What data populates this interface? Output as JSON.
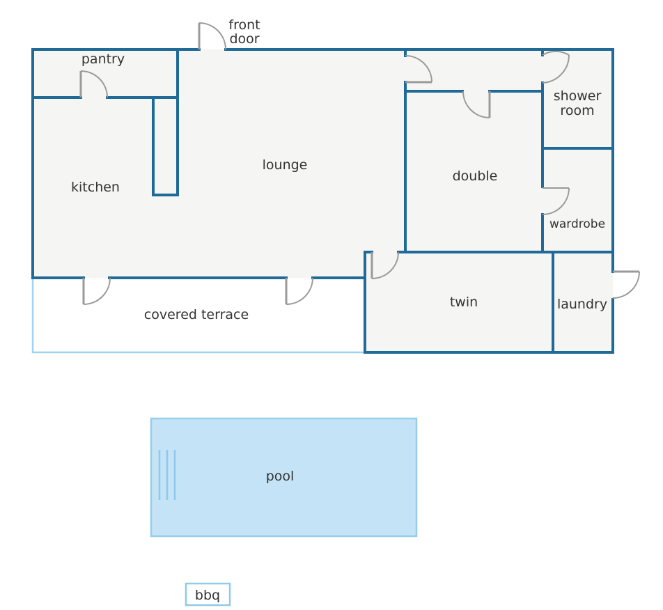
{
  "rooms": {
    "front_door_line1": "front",
    "front_door_line2": "door",
    "pantry": "pantry",
    "kitchen": "kitchen",
    "lounge": "lounge",
    "double": "double",
    "shower_line1": "shower",
    "shower_line2": "room",
    "wardrobe": "wardrobe",
    "twin": "twin",
    "laundry": "laundry",
    "covered_terrace": "covered terrace",
    "pool": "pool",
    "bbq": "bbq"
  },
  "colors": {
    "wall": "#1f6a96",
    "terrace_outline": "#9fd3ef",
    "pool_fill": "#c4e3f7",
    "pool_outline": "#96cdea",
    "pool_steps": "#8ec9ec",
    "bbq_outline": "#90cbe8",
    "room_fill": "#f5f5f4",
    "door": "#9a9a9a",
    "text": "#333333"
  }
}
